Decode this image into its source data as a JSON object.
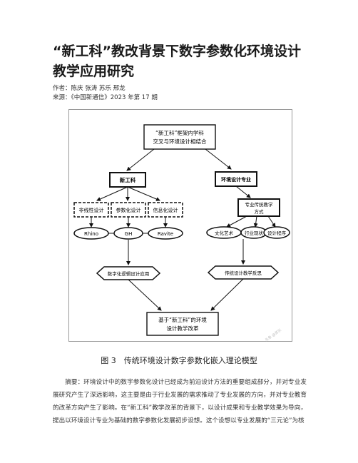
{
  "article": {
    "title": "“新工科”教改背景下数字参数化环境设计教学应用研究",
    "authors_label": "作者：",
    "authors": "陈庆 张涛 苏乐 邢龙",
    "source_label": "来源：",
    "source": "《中国新通信》2023 年第 17 期"
  },
  "figure": {
    "top_box": [
      "“新工科”框架内学科",
      "交叉与环境设计相结合"
    ],
    "xingongke": "新工科",
    "huanjing": "环境设计专业",
    "nonlinear": "非线性设计",
    "param": "参数化设计",
    "info": "信息化设计",
    "trad_teaching": [
      "专业传统教学",
      "方式"
    ],
    "rhino": "Rhino",
    "gh": "GH",
    "ravite": "Ravite",
    "culture": "文化艺术",
    "industry": "行业现状",
    "design_proc": "设计程序",
    "digital_logic": "数字化逻辑设计应用",
    "trad_reflect": "传统设计教学反思",
    "bottom_box": [
      "基于“新工科”的环境",
      "设计教学改革"
    ],
    "watermark": "头条 @苏乐"
  },
  "caption": "图 3　传统环境设计数字参数化嵌入理论模型",
  "abstract": {
    "label": "摘要：",
    "text": "环境设计中的数字参数化设计已经成为前沿设计方法的重要组成部分，并对专业发展研究产生了深远影响，这主要是由于行业发展的需求推动了专业发展的方向，并对专业教育的改革方向产生了影响。在“新工科”教学改革的背景下，以设计成果和专业教学效果为导向，提出以环境设计专业为基础的数字参数化发展初步设想。这个设想以专业发展的“三元论”为核"
  }
}
